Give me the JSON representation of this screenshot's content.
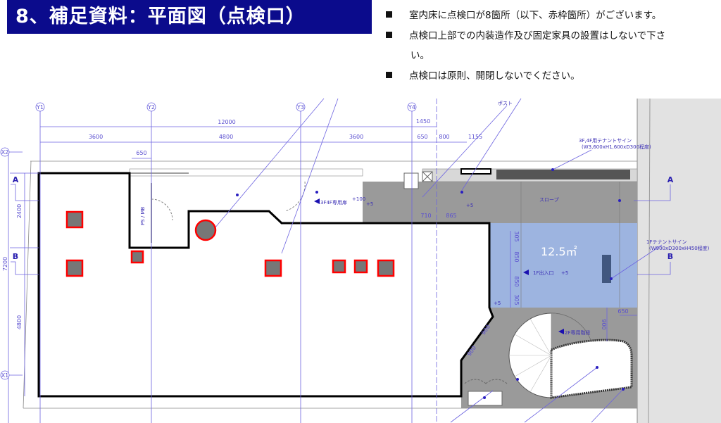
{
  "title": "8、補足資料：平面図（点検口）",
  "notes": [
    "室内床に点検口が8箇所（以下、赤枠箇所）がございます。",
    "点検口上部での内装造作及び固定家具の設置はしないで下さ",
    "い。",
    "点検口は原則、開閉しないでください。"
  ],
  "plan": {
    "grid_y": [
      "Y1",
      "Y2",
      "Y3",
      "Y4"
    ],
    "grid_x": [
      "X2",
      "X1"
    ],
    "dims_top": {
      "total": "12000",
      "d1": "3600",
      "d2": "4800",
      "d3": "3600",
      "d4": "650",
      "d5": "800",
      "d6": "1155",
      "d7": "1450",
      "d8": "650"
    },
    "dims_left": {
      "total": "7200",
      "d1": "2400",
      "d2": "4800"
    },
    "dims_misc": {
      "a": "710",
      "b": "865",
      "c": "305",
      "d": "850",
      "e": "850",
      "f": "305",
      "g": "650",
      "h": "900",
      "i": "900",
      "j": "900"
    },
    "section_marks": [
      "A",
      "B"
    ],
    "labels": {
      "post": "ポスト",
      "sign34": "3F,4F用テナントサイン",
      "sign34_size": "(W3,600xH1,600xD300程度)",
      "door34": "3F4F専用扉",
      "plus100": "+100",
      "plus5": "+5",
      "slope": "スロープ",
      "area": "12.5㎡",
      "sign1": "1Fテナントサイン",
      "sign1_size": "(W900xD300xH450程度)",
      "entrance": "1F出入口",
      "stair2": "2F専用階段",
      "psmb": "PS / MB"
    }
  },
  "colors": {
    "title_bg": "#0b0b8c",
    "inspection": "#ff0000",
    "dim": "#5a4fd0",
    "exterior": "#9a9a9a",
    "area": "#9db4e0"
  }
}
